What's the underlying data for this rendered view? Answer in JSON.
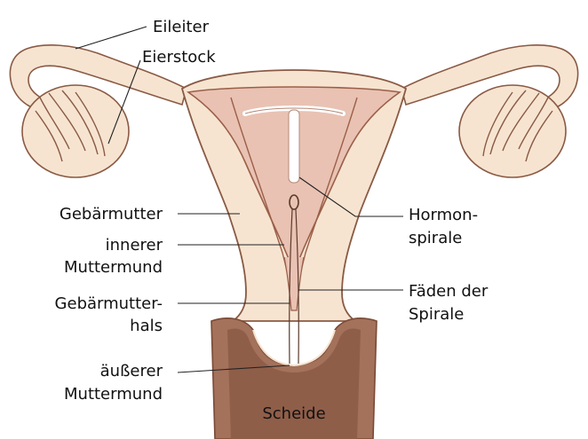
{
  "labels": {
    "eileiter": "Eileiter",
    "eierstock": "Eierstock",
    "gebaermutter": "Gebärmutter",
    "innerer_1": "innerer",
    "innerer_2": "Muttermund",
    "hals_1": "Gebärmutter-",
    "hals_2": "hals",
    "aeusserer_1": "äußerer",
    "aeusserer_2": "Muttermund",
    "hormon_1": "Hormon-",
    "hormon_2": "spirale",
    "faeden_1": "Fäden der",
    "faeden_2": "Spirale",
    "scheide": "Scheide"
  },
  "colors": {
    "skin": "#f6e4d1",
    "skin_shadow": "#e8cdb4",
    "outline": "#8a5a44",
    "cavity": "#e9c2b3",
    "muscle_line": "#9b5f48",
    "vagina": "#a4715b",
    "vagina_dark": "#7a4a36",
    "iud": "#ffffff"
  }
}
